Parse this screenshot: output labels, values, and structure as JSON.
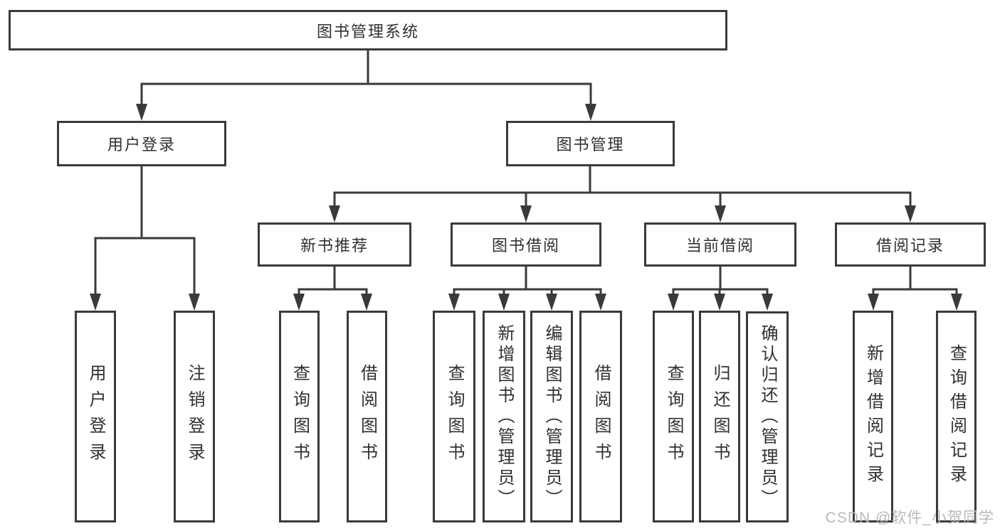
{
  "diagram": {
    "root": {
      "label": "图书管理系统"
    },
    "level2": [
      {
        "label": "用户登录"
      },
      {
        "label": "图书管理"
      }
    ],
    "level3": [
      {
        "label": "新书推荐"
      },
      {
        "label": "图书借阅"
      },
      {
        "label": "当前借阅"
      },
      {
        "label": "借阅记录"
      }
    ],
    "leaves": [
      {
        "group": "用户登录",
        "label": "用户登录"
      },
      {
        "group": "用户登录",
        "label": "注销登录"
      },
      {
        "group": "新书推荐",
        "label": "查询图书"
      },
      {
        "group": "新书推荐",
        "label": "借阅图书"
      },
      {
        "group": "图书借阅",
        "label": "查询图书"
      },
      {
        "group": "图书借阅",
        "label": "新增图书（管理员）"
      },
      {
        "group": "图书借阅",
        "label": "编辑图书（管理员）"
      },
      {
        "group": "图书借阅",
        "label": "借阅图书"
      },
      {
        "group": "当前借阅",
        "label": "查询图书"
      },
      {
        "group": "当前借阅",
        "label": "归还图书"
      },
      {
        "group": "当前借阅",
        "label": "确认归还（管理员）"
      },
      {
        "group": "借阅记录",
        "label": "新增借阅记录"
      },
      {
        "group": "借阅记录",
        "label": "查询借阅记录"
      }
    ]
  },
  "watermark": {
    "text": "CSDN @软件_小贺同学"
  },
  "colors": {
    "line": "#3a3a3a",
    "box_border": "#3a3a3a",
    "text": "#303030",
    "watermark": "#b9b9b9",
    "background": "#ffffff"
  }
}
